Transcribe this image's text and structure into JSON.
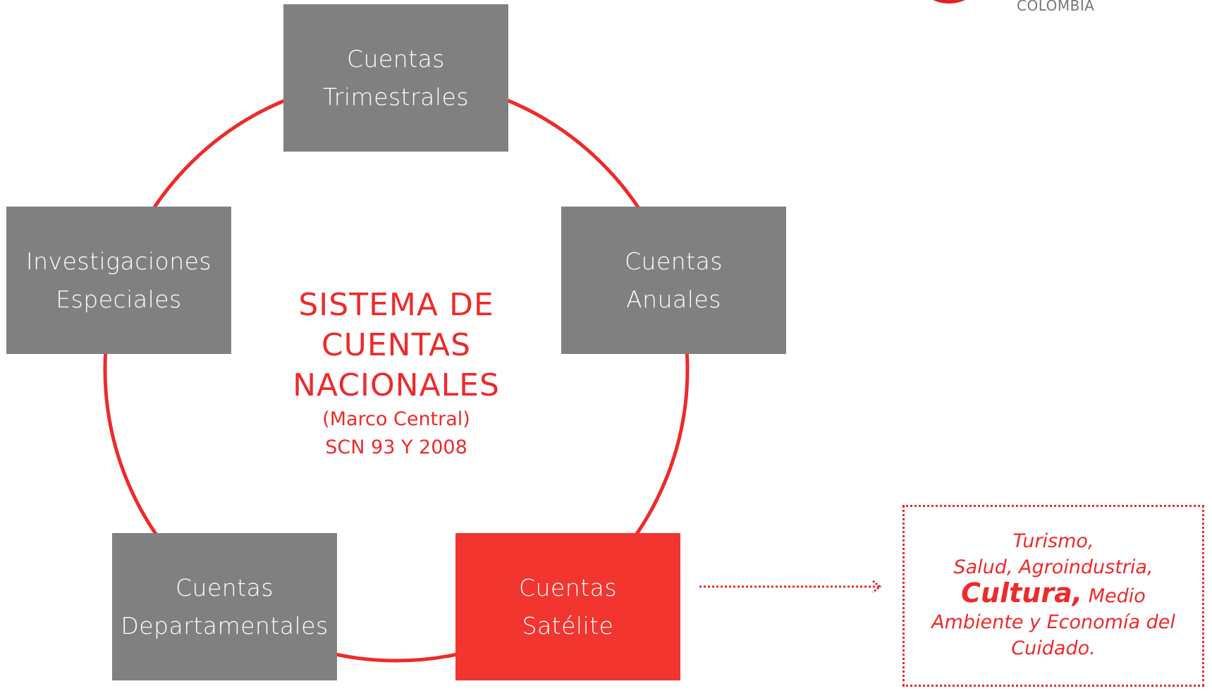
{
  "logo": {
    "text": "COLOMBIA",
    "color": "#e1201e"
  },
  "colors": {
    "ring": "#ee2a2a",
    "node": "#808080",
    "node_active": "#f2352f",
    "text_red": "#ee2a2a"
  },
  "center": {
    "title_lines": [
      "SISTEMA DE",
      "CUENTAS",
      "NACIONALES"
    ],
    "subtitle": "(Marco Central)",
    "code": "SCN 93 Y 2008"
  },
  "nodes": [
    {
      "id": "trimestrales",
      "lines": [
        "Cuentas",
        "Trimestrales"
      ]
    },
    {
      "id": "anuales",
      "lines": [
        "Cuentas",
        "Anuales"
      ]
    },
    {
      "id": "satelite",
      "lines": [
        "Cuentas",
        "Satélite"
      ],
      "active": true
    },
    {
      "id": "departamentales",
      "lines": [
        "Cuentas",
        "Departamentales"
      ]
    },
    {
      "id": "investigaciones",
      "lines": [
        "Investigaciones",
        "Especiales"
      ]
    }
  ],
  "examples": {
    "line1": "Turismo,",
    "line2": "Salud, Agroindustria,",
    "highlight": "Cultura,",
    "line3_rest": " Medio",
    "line4": "Ambiente y Economía del",
    "line5": "Cuidado."
  }
}
